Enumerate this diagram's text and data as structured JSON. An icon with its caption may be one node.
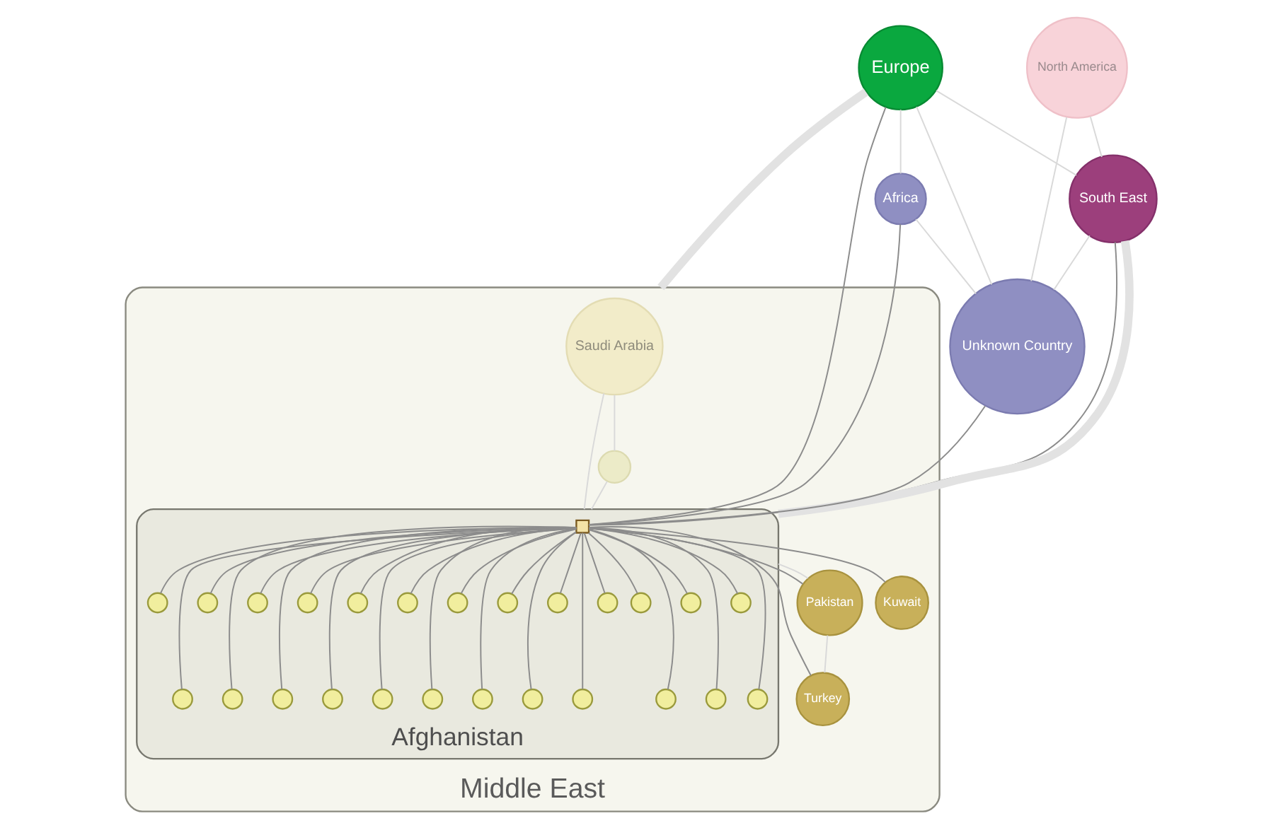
{
  "diagram": {
    "nodes": [
      {
        "text": [
          "Europe"
        ]
      },
      {
        "text": [
          "North America"
        ]
      },
      {
        "text": [
          "Middle East"
        ]
      },
      {
        "text": [
          "Saudi Arabia"
        ],
        "in": 2
      },
      {
        "text": [
          "Afghanistan"
        ],
        "in": 2
      },
      {
        "text": [],
        "shape": "box",
        "in": 4
      },
      {
        "text": [],
        "shape": "circle",
        "in": 4
      },
      {
        "text": [],
        "shape": "circle",
        "in": 4
      },
      {
        "text": [],
        "shape": "circle",
        "in": 4
      },
      {
        "text": [],
        "shape": "circle",
        "in": 4
      },
      {
        "text": [],
        "shape": "circle",
        "in": 4
      },
      {
        "text": [],
        "shape": "circle",
        "in": 4
      },
      {
        "text": [],
        "shape": "circle",
        "in": 4
      },
      {
        "text": [],
        "shape": "circle",
        "in": 4
      },
      {
        "text": [],
        "shape": "circle",
        "in": 4
      },
      {
        "text": [],
        "shape": "circle",
        "in": 4
      },
      {
        "text": [],
        "shape": "circle",
        "in": 4
      },
      {
        "text": [],
        "shape": "circle",
        "in": 4
      },
      {
        "text": [],
        "shape": "circle",
        "in": 4
      },
      {
        "text": [],
        "shape": "circle",
        "in": 4
      },
      {
        "text": [],
        "shape": "circle",
        "in": 4
      },
      {
        "text": [],
        "shape": "circle",
        "in": 4
      },
      {
        "text": [],
        "shape": "circle",
        "in": 4
      },
      {
        "text": [],
        "shape": "circle",
        "in": 4
      },
      {
        "text": [],
        "shape": "circle",
        "in": 4
      },
      {
        "text": [],
        "shape": "circle",
        "in": 4
      },
      {
        "text": [],
        "shape": "circle",
        "in": 4
      },
      {
        "text": [],
        "shape": "circle",
        "in": 4
      },
      {
        "text": [],
        "shape": "circle",
        "in": 4
      },
      {
        "text": [],
        "shape": "circle",
        "in": 4
      },
      {
        "text": [],
        "shape": "circle",
        "in": 4
      },
      {
        "text": [
          "South East"
        ]
      },
      {
        "text": [
          "Africa"
        ]
      },
      {
        "text": [],
        "shape": "circle",
        "in": 2
      },
      {
        "text": [
          "Pakistan"
        ],
        "in": 2
      },
      {
        "text": [
          "Kuwait"
        ],
        "in": 2
      },
      {
        "text": [
          "Turkey"
        ],
        "in": 2
      },
      {
        "text": [
          "Unknown Country"
        ]
      }
    ],
    "edges": [
      {
        "from": 0,
        "to": 5,
        "arrow": "none"
      },
      {
        "from": 5,
        "to": 34,
        "arrow": "none"
      },
      {
        "from": 31,
        "to": 5,
        "arrow": "none"
      },
      {
        "from": 32,
        "to": 5,
        "arrow": "none"
      },
      {
        "from": 37,
        "to": 5,
        "arrow": "none"
      },
      {
        "from": 5,
        "to": 35,
        "arrow": "none"
      },
      {
        "from": 5,
        "to": 36,
        "arrow": "none"
      },
      {
        "from": 5,
        "to": 6,
        "arrow": "none"
      },
      {
        "from": 5,
        "to": 7,
        "arrow": "none"
      },
      {
        "from": 5,
        "to": 8,
        "arrow": "none"
      },
      {
        "from": 5,
        "to": 9,
        "arrow": "none"
      },
      {
        "from": 5,
        "to": 10,
        "arrow": "none"
      },
      {
        "from": 5,
        "to": 11,
        "arrow": "none"
      },
      {
        "from": 5,
        "to": 12,
        "arrow": "none"
      },
      {
        "from": 5,
        "to": 13,
        "arrow": "none"
      },
      {
        "from": 5,
        "to": 14,
        "arrow": "none"
      },
      {
        "from": 5,
        "to": 15,
        "arrow": "none"
      },
      {
        "from": 5,
        "to": 16,
        "arrow": "none"
      },
      {
        "from": 5,
        "to": 17,
        "arrow": "none"
      },
      {
        "from": 5,
        "to": 18,
        "arrow": "none"
      },
      {
        "from": 5,
        "to": 19,
        "arrow": "none"
      },
      {
        "from": 5,
        "to": 20,
        "arrow": "none"
      },
      {
        "from": 5,
        "to": 21,
        "arrow": "none"
      },
      {
        "from": 5,
        "to": 22,
        "arrow": "none"
      },
      {
        "from": 5,
        "to": 23,
        "arrow": "none"
      },
      {
        "from": 5,
        "to": 24,
        "arrow": "none"
      },
      {
        "from": 5,
        "to": 25,
        "arrow": "none"
      },
      {
        "from": 5,
        "to": 26,
        "arrow": "none"
      },
      {
        "from": 5,
        "to": 27,
        "arrow": "none"
      },
      {
        "from": 5,
        "to": 28,
        "arrow": "none"
      },
      {
        "from": 5,
        "to": 29,
        "arrow": "none"
      },
      {
        "from": 5,
        "to": 30,
        "arrow": "none"
      },
      {
        "from": 0,
        "to": 2,
        "arrow": "none",
        "style": "thick",
        "color": "#e2e2e2"
      },
      {
        "from": 31,
        "to": 4,
        "arrow": "none",
        "style": "thick",
        "color": "#e2e2e2"
      },
      {
        "from": 0,
        "to": 31,
        "arrow": "none",
        "color": "#d9d9d9"
      },
      {
        "from": 0,
        "to": 32,
        "arrow": "none",
        "color": "#d9d9d9"
      },
      {
        "from": 0,
        "to": 37,
        "arrow": "none",
        "color": "#d9d9d9"
      },
      {
        "from": 1,
        "to": 31,
        "arrow": "none",
        "color": "#d9d9d9"
      },
      {
        "from": 1,
        "to": 37,
        "arrow": "none",
        "color": "#d9d9d9"
      },
      {
        "from": 32,
        "to": 37,
        "arrow": "none",
        "color": "#d9d9d9"
      },
      {
        "from": 31,
        "to": 37,
        "arrow": "none",
        "color": "#d9d9d9"
      },
      {
        "from": 3,
        "to": 4,
        "arrow": "none",
        "color": "#d9d9d9"
      },
      {
        "from": 3,
        "to": 33,
        "arrow": "none",
        "color": "#d9d9d9"
      },
      {
        "from": 33,
        "to": 4,
        "arrow": "none",
        "color": "#d9d9d9"
      },
      {
        "from": 4,
        "to": 34,
        "arrow": "none",
        "color": "#d9d9d9"
      },
      {
        "from": 34,
        "to": 36,
        "arrow": "none",
        "color": "#d9d9d9"
      }
    ]
  }
}
